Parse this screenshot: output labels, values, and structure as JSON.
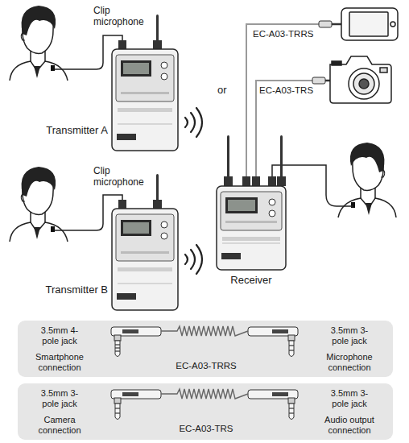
{
  "diagram": {
    "nodes": [
      {
        "text": [
          "Transmitter A"
        ]
      },
      {
        "text": [
          "Transmitter B"
        ]
      },
      {
        "text": [
          "Receiver"
        ]
      },
      {
        "text": [
          "3.5mm 4-pole jack",
          "Smartphone connection",
          "EC-A03-TRRS",
          "3.5mm 3-pole jack",
          "Microphone connection"
        ]
      },
      {
        "text": [
          "3.5mm 3-pole jack",
          "Camera connection",
          "EC-A03-TRS",
          "3.5mm 3-pole jack",
          "Audio output connection"
        ]
      }
    ],
    "labels": [
      "Clip microphone",
      "Clip microphone",
      "EC-A03-TRRS",
      "or",
      "EC-A03-TRS"
    ]
  }
}
